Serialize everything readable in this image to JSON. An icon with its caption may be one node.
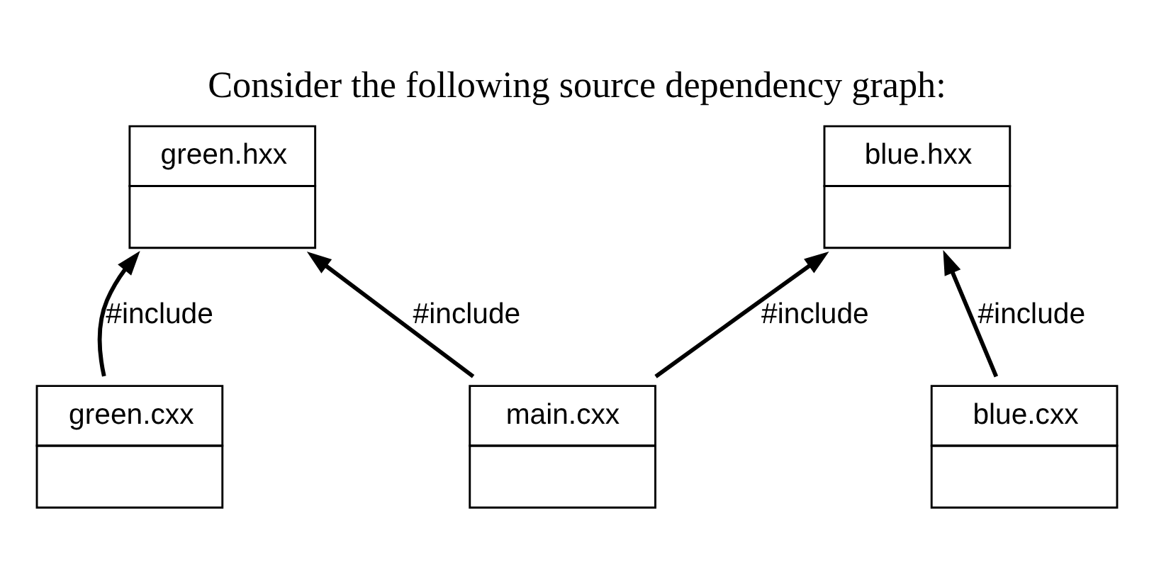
{
  "diagram": {
    "title": "Consider the following source dependency graph:",
    "nodes": [
      {
        "text": [
          "green.hxx"
        ]
      },
      {
        "text": [
          "blue.hxx"
        ]
      },
      {
        "text": [
          "green.cxx"
        ]
      },
      {
        "text": [
          "blue.cxx"
        ]
      },
      {
        "text": [
          "main.cxx"
        ]
      }
    ],
    "edges": [
      {
        "from": 2,
        "to": 0,
        "arrow": "to",
        "label": "#include"
      },
      {
        "from": 4,
        "to": 0,
        "arrow": "to",
        "label": "#include"
      },
      {
        "from": 4,
        "to": 1,
        "arrow": "to",
        "label": "#include"
      },
      {
        "from": 3,
        "to": 1,
        "arrow": "to",
        "label": "#include"
      }
    ]
  }
}
